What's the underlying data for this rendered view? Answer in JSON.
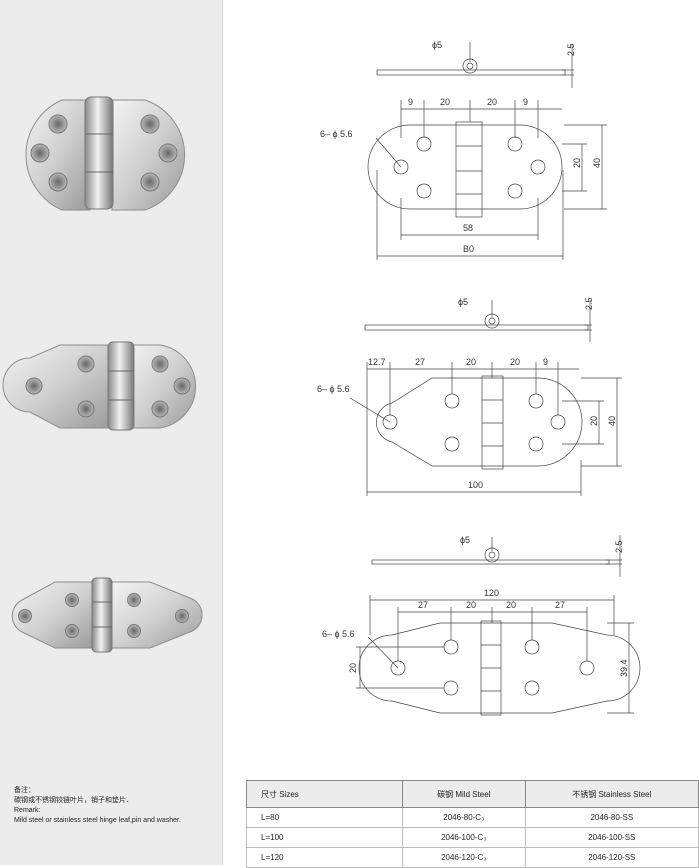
{
  "drawings": [
    {
      "dia_label": "ϕ5",
      "thick": "2.5",
      "holes": "6– ϕ 5.6",
      "top_dims": [
        "9",
        "20",
        "20",
        "9"
      ],
      "side_outer": "40",
      "side_inner": "20",
      "bottom_inner": "58",
      "bottom_outer": "B0"
    },
    {
      "dia_label": "ϕ5",
      "thick": "2.5",
      "holes": "6– ϕ 5.6",
      "top_dims": [
        "12.7",
        "27",
        "20",
        "20",
        "9"
      ],
      "side_outer": "40",
      "side_inner": "20",
      "bottom_outer": "100"
    },
    {
      "dia_label": "ϕ5",
      "thick": "2.5",
      "holes": "6– ϕ 5.6",
      "top_total": "120",
      "top_dims": [
        "27",
        "20",
        "20",
        "27"
      ],
      "side_outer": "39.4",
      "left_inner": "20"
    }
  ],
  "remark": {
    "title": "备注：",
    "line_cn": "碳钢或不锈钢铰链叶片，销子和垫片．",
    "label_en": "Remark:",
    "line_en": "Mild steel or stainless steel hinge leaf,pin and washer."
  },
  "table": {
    "headers": [
      "尺寸 Sizes",
      "碳钢 Mild Steel",
      "不锈钢 Stainless Steel"
    ],
    "rows": [
      [
        "L=80",
        "2046-80-C₃",
        "2046-80-SS"
      ],
      [
        "L=100",
        "2046-100-C₃",
        "2046-100-SS"
      ],
      [
        "L=120",
        "2046-120-C₃",
        "2046-120-SS"
      ]
    ]
  }
}
